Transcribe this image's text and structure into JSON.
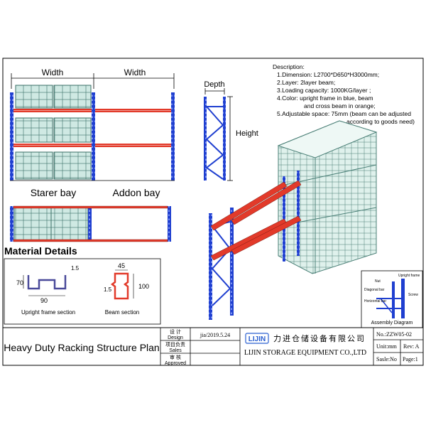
{
  "front_view": {
    "width_label_left": "Width",
    "width_label_right": "Width",
    "starter_bay_label": "Starer bay",
    "addon_bay_label": "Addon bay"
  },
  "side_view": {
    "depth_label": "Depth",
    "height_label": "Height"
  },
  "description": {
    "title": "Description:",
    "lines": [
      "1.Dimension: L2700*D650*H3000mm;",
      "2.Layer: 2layer beam;",
      "3.Loading capacity: 1000KG/layer ;",
      "4.Color: upright frame in blue, beam",
      "and cross beam in orange;",
      "5.Adjustable space: 75mm (beam can be adjusted",
      "according to goods need)"
    ]
  },
  "material": {
    "title": "Material Details",
    "upright": {
      "caption": "Upright frame section",
      "dim_width": "90",
      "dim_height": "70",
      "dim_thickness": "1.5"
    },
    "beam": {
      "caption": "Beam section",
      "dim_width": "45",
      "dim_height": "100",
      "dim_thickness": "1.5"
    }
  },
  "assembly": {
    "caption": "Assembly Diagram",
    "labels": [
      "Upright frame",
      "Nut",
      "Diagonal bar",
      "Screw",
      "Horizontal bar"
    ]
  },
  "title_block": {
    "plan_title": "Heavy Duty Racking Structure Plan",
    "design_cn": "设 计",
    "design_en": "Design",
    "sales_cn": "项目负责",
    "sales_en": "Sales",
    "approved_cn": "审 核",
    "approved_en": "Approved",
    "design_value": "jia/2019.5.24",
    "logo": "LIJIN",
    "company_cn": "力进仓储设备有限公司",
    "company_en": "LIJIN STORAGE EQUIPMENT CO.,LTD",
    "no_label": "No.:ZZW05-02",
    "unit_label": "Unit:mm",
    "rev_label": "Rev: A",
    "scale_label": "Sasle:No",
    "page_label": "Page:1"
  },
  "colors": {
    "upright_blue": "#1f3fd0",
    "beam_red": "#e23a2a",
    "box_green": "#cfe9e3",
    "box_stroke": "#3a6f66"
  }
}
